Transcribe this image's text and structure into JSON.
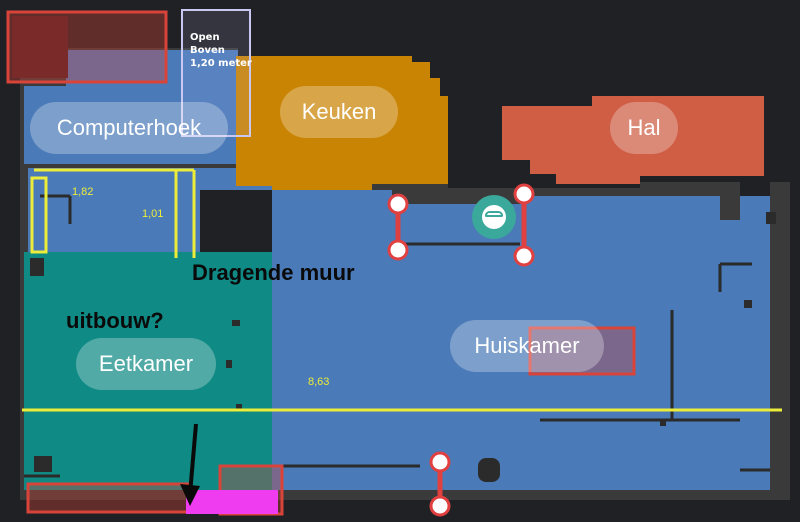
{
  "rooms": {
    "computerhoek": "Computerhoek",
    "keuken": "Keuken",
    "hal": "Hal",
    "huiskamer": "Huiskamer",
    "eetkamer": "Eetkamer"
  },
  "annotations": {
    "open_line1": "Open",
    "open_line2": "Boven",
    "open_line3": "1,20 meter",
    "dragende_muur": "Dragende muur",
    "uitbouw": "uitbouw?",
    "measure_1": "1,82",
    "measure_2": "1,01",
    "measure_3": "8,63"
  },
  "colors": {
    "background": "#202124",
    "room_blue": "#4a7ab8",
    "kitchen": "#c98404",
    "hall": "#cf5e45",
    "dining": "#0f8a84",
    "annotation_red": "#d9443a",
    "annotation_yellow": "#ecec3a",
    "annotation_magenta": "#f03cf0",
    "door_marker": "#e04040"
  },
  "icons": {
    "robot": "robot-vacuum-icon",
    "door": "door-marker-icon",
    "arrow": "arrow-down-icon"
  }
}
